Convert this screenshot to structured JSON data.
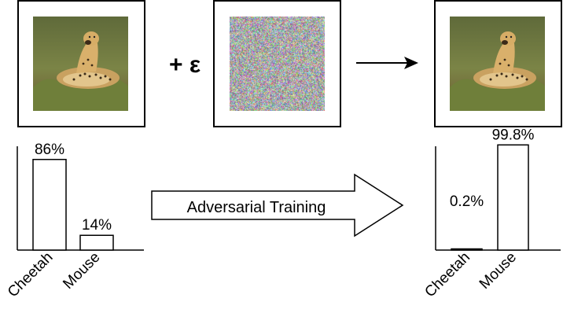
{
  "operator": "+ ε",
  "training_label": "Adversarial Training",
  "charts": [
    {
      "type": "bar",
      "categories": [
        "Cheetah",
        "Mouse"
      ],
      "values": [
        86,
        14
      ],
      "labels": [
        "86%",
        "14%"
      ],
      "ylim": [
        0,
        100
      ]
    },
    {
      "type": "bar",
      "categories": [
        "Cheetah",
        "Mouse"
      ],
      "values": [
        0.2,
        99.8
      ],
      "labels": [
        "0.2%",
        "99.8%"
      ],
      "ylim": [
        0,
        100
      ]
    }
  ],
  "chart_data": [
    {
      "type": "bar",
      "categories": [
        "Cheetah",
        "Mouse"
      ],
      "values": [
        86,
        14
      ],
      "ylim": [
        0,
        100
      ]
    },
    {
      "type": "bar",
      "categories": [
        "Cheetah",
        "Mouse"
      ],
      "values": [
        0.2,
        99.8
      ],
      "ylim": [
        0,
        100
      ]
    }
  ],
  "colors": {
    "stroke": "#000000",
    "background": "#ffffff"
  },
  "icons": [
    "right-arrow-icon",
    "block-arrow-icon"
  ]
}
